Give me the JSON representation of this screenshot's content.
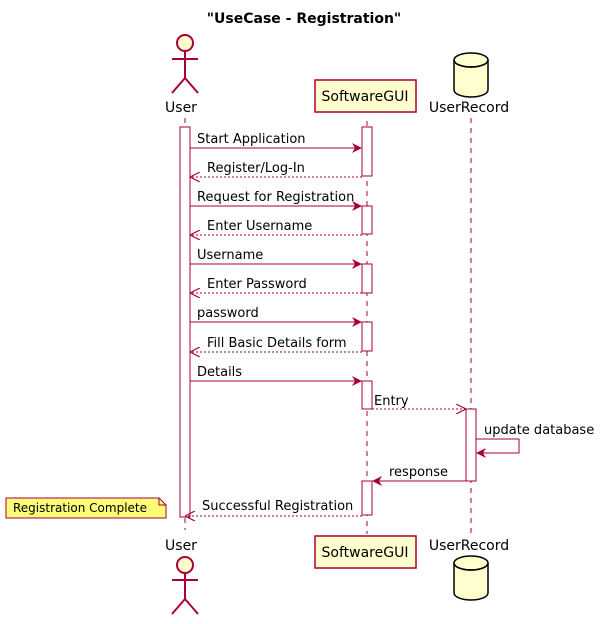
{
  "diagram": {
    "title": "\"UseCase - Registration\"",
    "participants": {
      "user": {
        "label": "User",
        "kind": "actor"
      },
      "gui": {
        "label": "SoftwareGUI",
        "kind": "participant"
      },
      "db": {
        "label": "UserRecord",
        "kind": "database"
      }
    },
    "messages": [
      {
        "from": "user",
        "to": "gui",
        "label": "Start Application",
        "style": "solid"
      },
      {
        "from": "gui",
        "to": "user",
        "label": "Register/Log-In",
        "style": "dashed"
      },
      {
        "from": "user",
        "to": "gui",
        "label": "Request for Registration",
        "style": "solid"
      },
      {
        "from": "gui",
        "to": "user",
        "label": "Enter Username",
        "style": "dashed"
      },
      {
        "from": "user",
        "to": "gui",
        "label": "Username",
        "style": "solid"
      },
      {
        "from": "gui",
        "to": "user",
        "label": "Enter Password",
        "style": "dashed"
      },
      {
        "from": "user",
        "to": "gui",
        "label": "password",
        "style": "solid"
      },
      {
        "from": "gui",
        "to": "user",
        "label": "Fill Basic Details form",
        "style": "dashed"
      },
      {
        "from": "user",
        "to": "gui",
        "label": "Details",
        "style": "solid"
      },
      {
        "from": "gui",
        "to": "db",
        "label": "Entry",
        "style": "dashed"
      },
      {
        "from": "db",
        "to": "db",
        "label": "update database",
        "style": "solid"
      },
      {
        "from": "db",
        "to": "gui",
        "label": "response",
        "style": "solid"
      },
      {
        "from": "gui",
        "to": "user",
        "label": "Successful Registration",
        "style": "dashed"
      }
    ],
    "note": {
      "text": "Registration Complete",
      "attached_to": "user"
    }
  },
  "colors": {
    "line": "#A80036",
    "participant_fill": "#FEFECE",
    "note_fill": "#FBFB77",
    "note_border": "#A80036"
  }
}
